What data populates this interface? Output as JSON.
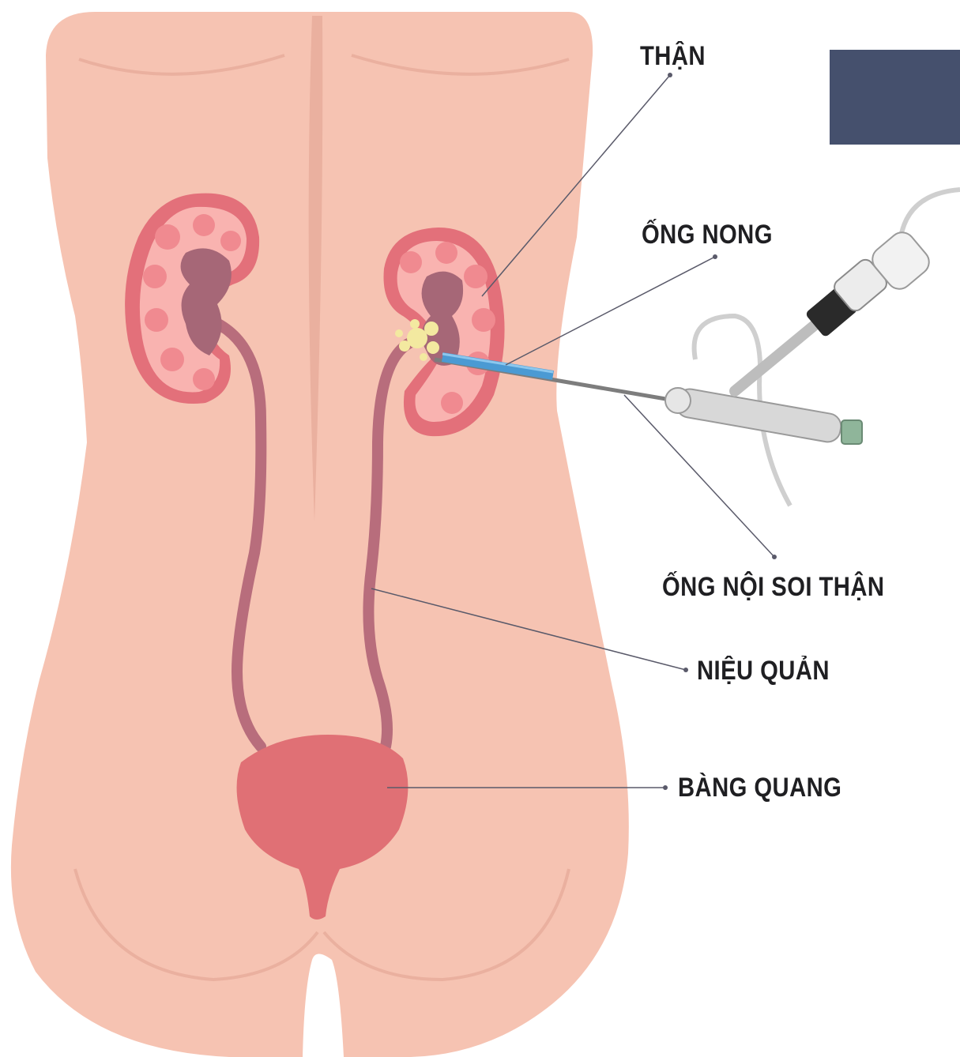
{
  "labels": {
    "kidney": "THẬN",
    "sheath": "ỐNG NONG",
    "nephroscope": "ỐNG NỘI SOI THẬN",
    "ureter": "NIỆU QUẢN",
    "bladder": "BÀNG QUANG"
  },
  "colors": {
    "body": "#f6c3b2",
    "body_shadow": "#eab09f",
    "kidney_outer": "#e3707a",
    "kidney_inner": "#f9b3b0",
    "kidney_pyramid": "#f08a90",
    "pelvis": "#a66777",
    "ureter": "#b86d7c",
    "bladder": "#e07075",
    "stone": "#f3e9a0",
    "sheath": "#4b9ad3",
    "scope_metal": "#c8c8c8",
    "leader_line": "#5a5a6a",
    "corner_box": "#45506d",
    "text": "#1f1f22"
  },
  "icons": {
    "nephroscope": "nephroscope-instrument-icon",
    "stone": "kidney-stone-icon"
  }
}
